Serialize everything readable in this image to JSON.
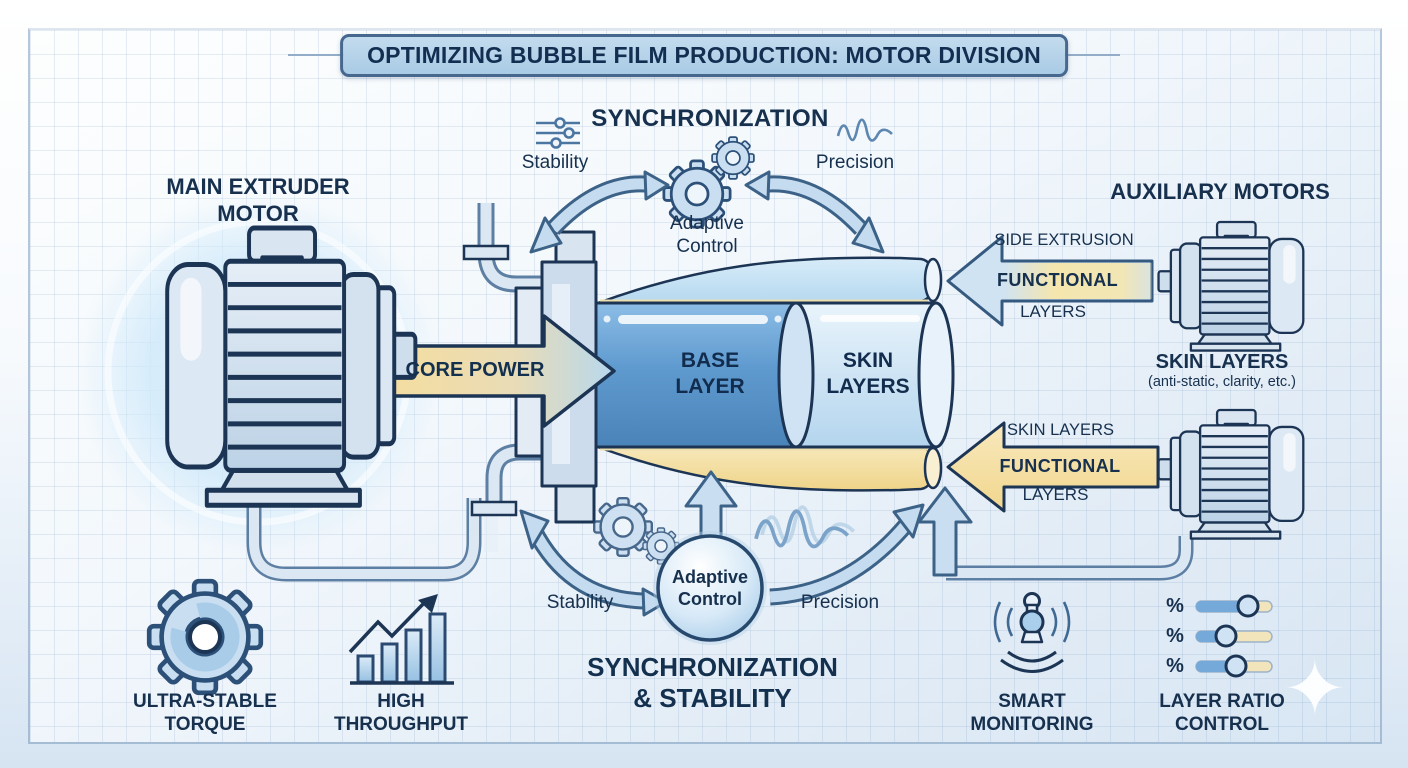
{
  "title": "OPTIMIZING BUBBLE FILM PRODUCTION: MOTOR DIVISION",
  "colors": {
    "ink": "#1d3554",
    "arrow_blue": "#c9def1",
    "arrow_outline": "#3c6288",
    "accent_yellow": "#f5dfa3",
    "base_layer_blue": "#4f8cc2",
    "skin_layer_blue": "#cde3f3",
    "banner_fill": "#b5d2e9"
  },
  "sync_top": {
    "heading": "SYNCHRONIZATION",
    "left_label": "Stability",
    "right_label": "Precision",
    "center_line1": "Adaptive",
    "center_line2": "Control"
  },
  "main_motor": {
    "heading_line1": "MAIN EXTRUDER",
    "heading_line2": "MOTOR"
  },
  "core_power": {
    "label": "CORE POWER"
  },
  "film": {
    "base_line1": "BASE",
    "base_line2": "LAYER",
    "skin_line1": "SKIN",
    "skin_line2": "LAYERS"
  },
  "auxiliary": {
    "heading": "AUXILIARY MOTORS",
    "top_feed": {
      "label_above": "SIDE EXTRUSION",
      "arrow_label": "FUNCTIONAL",
      "label_below": "LAYERS"
    },
    "skin_caption": {
      "title": "SKIN LAYERS",
      "subtitle": "(anti-static, clarity, etc.)"
    },
    "bottom_feed": {
      "label_above": "SKIN LAYERS",
      "arrow_label": "FUNCTIONAL",
      "label_below": "LAYERS"
    }
  },
  "sync_bottom": {
    "heading_line1": "SYNCHRONIZATION",
    "heading_line2": "& STABILITY",
    "left_label": "Stability",
    "right_label": "Precision",
    "center_line1": "Adaptive",
    "center_line2": "Control"
  },
  "features": [
    {
      "id": "ultra-stable-torque",
      "icon": "gear-icon",
      "label_line1": "ULTRA-STABLE",
      "label_line2": "TORQUE"
    },
    {
      "id": "high-throughput",
      "icon": "growth-chart-icon",
      "label_line1": "HIGH",
      "label_line2": "THROUGHPUT"
    },
    {
      "id": "smart-monitoring",
      "icon": "sensor-signal-icon",
      "label_line1": "SMART",
      "label_line2": "MONITORING"
    },
    {
      "id": "layer-ratio-control",
      "icon": "percent-sliders-icon",
      "label_line1": "LAYER RATIO",
      "label_line2": "CONTROL",
      "percent_label": "%"
    }
  ]
}
